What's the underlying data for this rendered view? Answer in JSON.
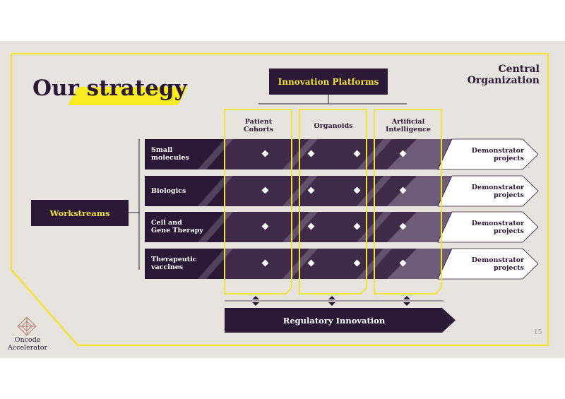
{
  "title": "Our strategy",
  "central_organization": "Central\nOrganization",
  "innovation_platforms": {
    "label": "Innovation Platforms",
    "columns": [
      "Patient\nCohorts",
      "Organoids",
      "Artificial\nIntelligence"
    ]
  },
  "workstreams": {
    "label": "Workstreams",
    "rows": [
      {
        "label": "Small\nmolecules",
        "outcome": "Demonstrator\nprojects"
      },
      {
        "label": "Biologics",
        "outcome": "Demonstrator\nprojects"
      },
      {
        "label": "Cell and\nGene Therapy",
        "outcome": "Demonstrator\nprojects"
      },
      {
        "label": "Therapeutic\nvaccines",
        "outcome": "Demonstrator\nprojects"
      }
    ]
  },
  "regulatory_innovation": "Regulatory Innovation",
  "logo": {
    "text": "Oncode\nAccelerator"
  },
  "page_number": "15",
  "colors": {
    "dark_purple": "#2b1736",
    "yellow": "#f1e23a",
    "background": "#e7e4df"
  }
}
